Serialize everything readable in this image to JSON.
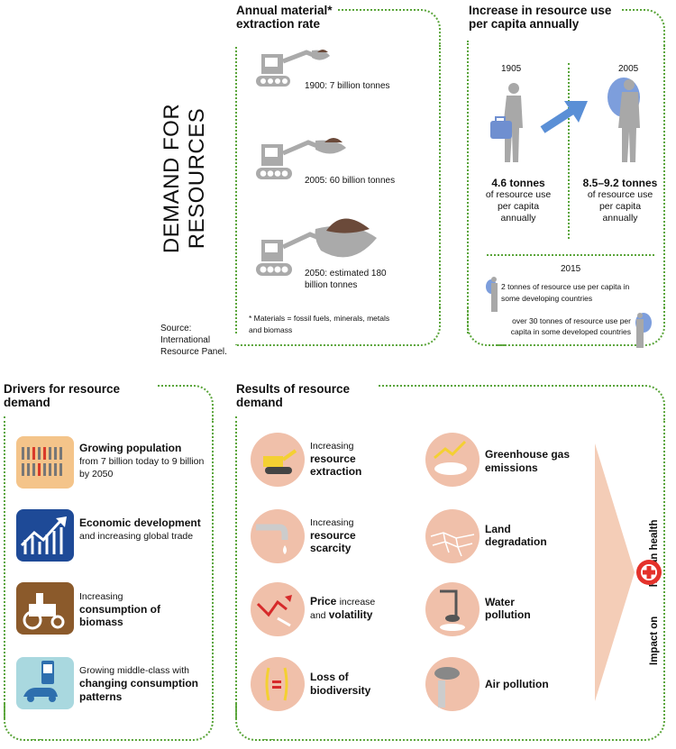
{
  "extraction": {
    "title": "Annual material* extraction rate",
    "rows": [
      {
        "label": "1900: 7 billion tonnes"
      },
      {
        "label": "2005: 60 billion tonnes"
      },
      {
        "label": "2050: estimated 180 billion tonnes"
      }
    ],
    "footnote": "* Materials = fossil fuels, minerals, metals and biomass"
  },
  "demand": {
    "title": "DEMAND FOR RESOURCES",
    "source": "Source: International Resource Panel."
  },
  "per_capita": {
    "title": "Increase in resource use per capita annually",
    "year_a": "1905",
    "year_b": "2005",
    "value_a": "4.6 tonnes",
    "value_b": "8.5–9.2 tonnes",
    "unit": "of resource use per capita annually",
    "year_c": "2015",
    "note_developing": "2 tonnes of resource use per capita in some developing countries",
    "note_developed": "over 30 tonnes of resource use per capita in some developed countries"
  },
  "drivers": {
    "title": "Drivers for resource demand",
    "items": [
      {
        "bold": "Growing population",
        "rest": "from 7 billion today to 9 billion by 2050",
        "color": "#f4c48a"
      },
      {
        "bold": "Economic development",
        "rest": "and increasing global trade",
        "color": "#1e4a97"
      },
      {
        "pre": "Increasing",
        "bold": "consumption of biomass",
        "color": "#8b5a2b"
      },
      {
        "pre": "Growing middle-class with",
        "bold": "changing consumption patterns",
        "color": "#a9d8df"
      }
    ]
  },
  "results": {
    "title": "Results of resource demand",
    "left": [
      {
        "pre": "Increasing",
        "bold": "resource extraction"
      },
      {
        "pre": "Increasing",
        "bold": "resource scarcity"
      },
      {
        "bold": "Price",
        "rest": "increase and",
        "bold2": "volatility"
      },
      {
        "bold": "Loss of biodiversity"
      }
    ],
    "right": [
      {
        "bold": "Greenhouse gas emissions"
      },
      {
        "bold": "Land degradation"
      },
      {
        "bold": "Water pollution"
      },
      {
        "bold": "Air pollution"
      }
    ],
    "impact_pre": "Impact on",
    "impact_bold": "human health",
    "circle_color": "#f0c0aa",
    "arrow_color": "#f4cdb7"
  }
}
